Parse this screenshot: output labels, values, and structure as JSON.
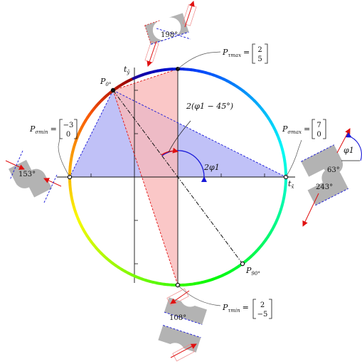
{
  "axes": {
    "x_label": "t",
    "x_sub": "x̂",
    "y_label": "t",
    "y_sub": "ŷ"
  },
  "points": {
    "p0": {
      "main": "P",
      "sub": "0°"
    },
    "p90": {
      "main": "P",
      "sub": "90°"
    },
    "tau_max": {
      "main": "P",
      "sub": "τmax",
      "eq": "=",
      "v1": "2",
      "v2": "5"
    },
    "tau_min": {
      "main": "P",
      "sub": "τmin",
      "eq": "=",
      "v1": "2",
      "v2": "−5"
    },
    "sig_max": {
      "main": "P",
      "sub": "σmax",
      "eq": "=",
      "v1": "7",
      "v2": "0"
    },
    "sig_min": {
      "main": "P",
      "sub": "σmin",
      "eq": "=",
      "v1": "−3",
      "v2": "0"
    }
  },
  "angles": {
    "double_offset": "2(φ1 − 45°)",
    "double": "2φ1",
    "phi": "φ1"
  },
  "elements": {
    "e198": "198°",
    "e153": "153°",
    "e63": "63°",
    "e243": "243°",
    "e108": "108°"
  },
  "colors": {
    "blue_fill": "#aeb0f5",
    "red_fill": "#f9b9b9",
    "arrow_red": "#e01010",
    "arrow_blue": "#1818d8",
    "element_gray": "#b3b3b3"
  }
}
